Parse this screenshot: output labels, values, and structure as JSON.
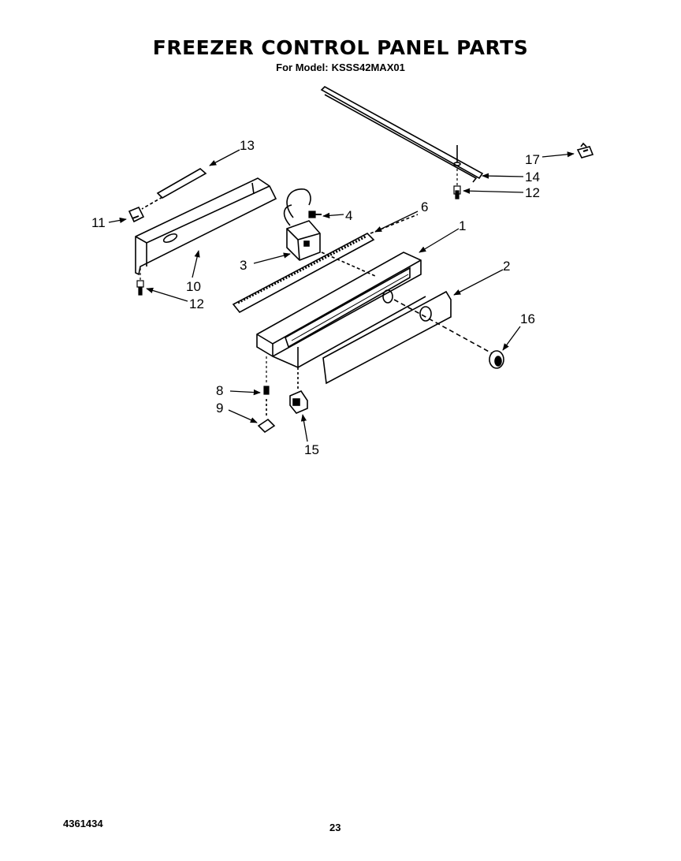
{
  "title": "FREEZER CONTROL PANEL PARTS",
  "model_label": "For Model:",
  "model_number": "KSSS42MAX01",
  "document_number": "4361434",
  "page_number": "23",
  "part_labels": [
    "1",
    "2",
    "3",
    "4",
    "6",
    "8",
    "9",
    "10",
    "11",
    "12",
    "12",
    "13",
    "14",
    "15",
    "16",
    "17"
  ]
}
